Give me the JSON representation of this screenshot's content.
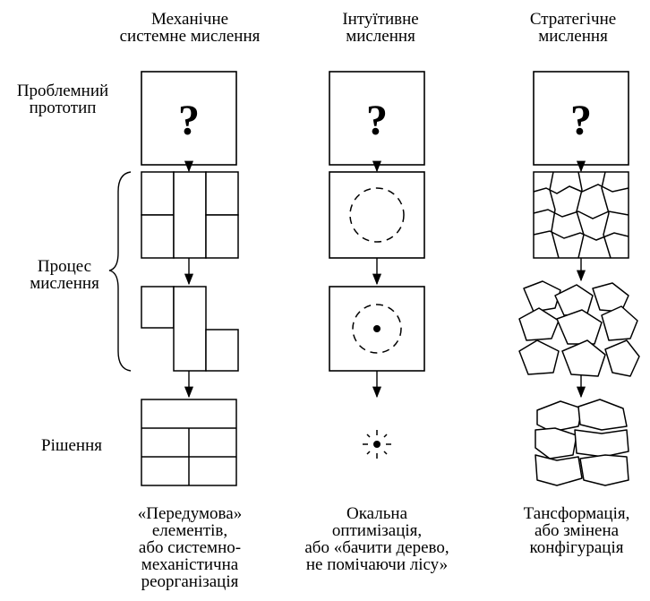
{
  "columns": [
    {
      "title": [
        "Механічне",
        "системне мислення"
      ],
      "caption": [
        "«Передумова»",
        "елементів,",
        "або системно-",
        "механістична",
        "реорганізація"
      ]
    },
    {
      "title": [
        "Інтуїтивне",
        "мислення"
      ],
      "caption": [
        "Окальна",
        "оптимізація,",
        "або «бачити дерево,",
        "не помічаючи лісу»"
      ]
    },
    {
      "title": [
        "Стратегічне",
        "мислення"
      ],
      "caption": [
        "Тансформація,",
        "або змінена",
        "конфігурація"
      ]
    }
  ],
  "rows": {
    "problem": [
      "Проблемний",
      "прототип"
    ],
    "process": [
      "Процес",
      "мислення"
    ],
    "solution": [
      "Рішення"
    ]
  },
  "question_mark": "?"
}
